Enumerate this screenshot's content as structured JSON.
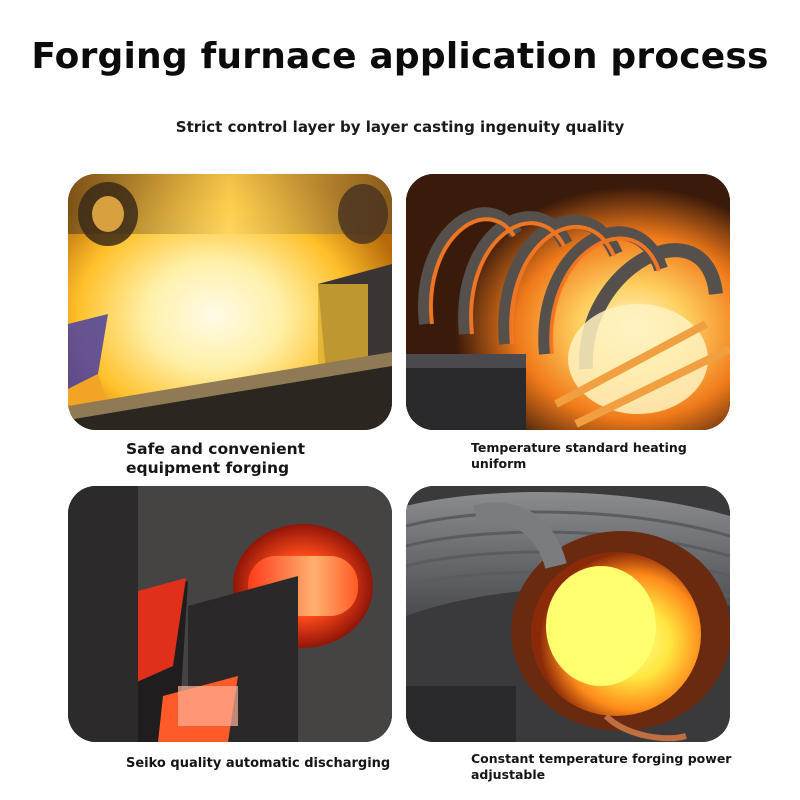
{
  "title": "Forging furnace application process",
  "subtitle": "Strict control layer by layer casting ingenuity quality",
  "panels": [
    {
      "caption": "Safe and convenient equipment forging"
    },
    {
      "caption": "Temperature standard heating uniform"
    },
    {
      "caption": "Seiko quality automatic discharging"
    },
    {
      "caption": "Constant temperature forging power adjustable"
    }
  ],
  "colors": {
    "hot_yellow": "#ffe97a",
    "hot_orange": "#ff9a1f",
    "hot_red": "#ff3b1a",
    "steel": "#6b6e73",
    "dark": "#2a2a2c"
  }
}
